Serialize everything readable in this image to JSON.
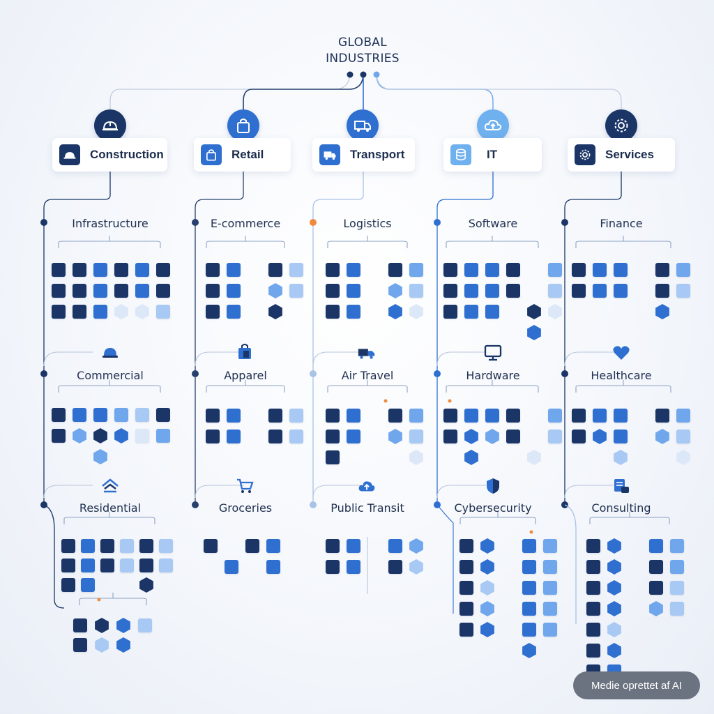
{
  "root": {
    "line1": "GLOBAL",
    "line2": "INDUSTRIES"
  },
  "industries": [
    {
      "label": "Construction",
      "icon": "hard-hat-icon",
      "subs": [
        {
          "label": "Infrastructure"
        },
        {
          "label": "Commercial",
          "icon": "hard-hat-icon"
        },
        {
          "label": "Residential",
          "icon": "house-icon"
        }
      ]
    },
    {
      "label": "Retail",
      "icon": "shopping-bag-icon",
      "subs": [
        {
          "label": "E-commerce"
        },
        {
          "label": "Apparel",
          "icon": "shopping-bag-icon"
        },
        {
          "label": "Groceries",
          "icon": "shopping-cart-icon"
        }
      ]
    },
    {
      "label": "Transport",
      "icon": "truck-icon",
      "subs": [
        {
          "label": "Logistics"
        },
        {
          "label": "Air Travel",
          "icon": "truck-icon"
        },
        {
          "label": "Public Transit",
          "icon": "cloud-upload-icon"
        }
      ]
    },
    {
      "label": "IT",
      "icon": "database-icon",
      "subs": [
        {
          "label": "Software"
        },
        {
          "label": "Hardware",
          "icon": "monitor-icon"
        },
        {
          "label": "Cybersecurity",
          "icon": "shield-icon"
        }
      ]
    },
    {
      "label": "Services",
      "icon": "gear-icon",
      "subs": [
        {
          "label": "Finance"
        },
        {
          "label": "Healthcare",
          "icon": "heart-icon"
        },
        {
          "label": "Consulting",
          "icon": "document-icon"
        }
      ]
    }
  ],
  "colors": {
    "navy": "#1a3566",
    "blue": "#2f6fd0",
    "mid": "#6fa6ec",
    "light": "#a8c9f3",
    "pale": "#dce8f8",
    "accent": "#f08a3c",
    "line": "#7f93b5"
  },
  "badge": {
    "text": "Medie oprettet af AI"
  }
}
